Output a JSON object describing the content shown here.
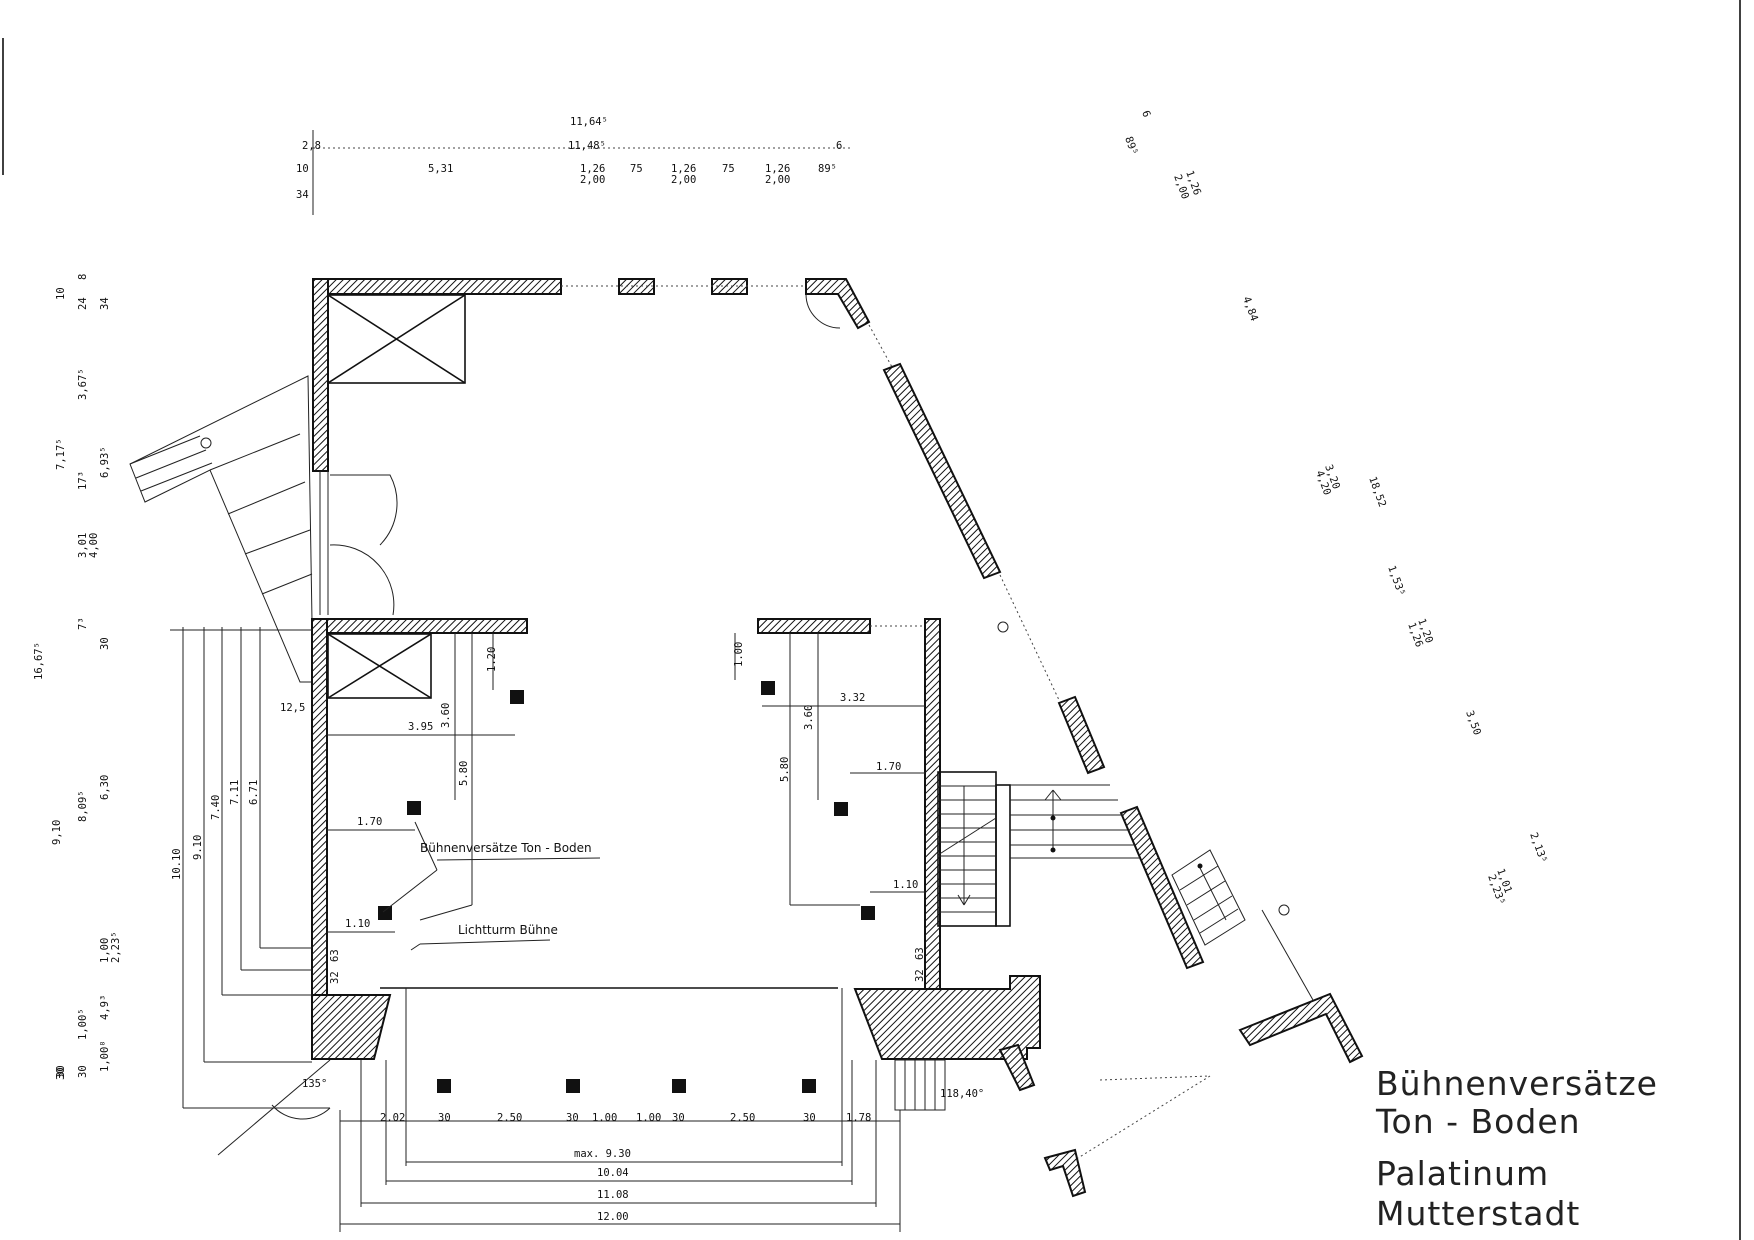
{
  "title": {
    "lines": [
      "Bühnenversätze",
      "Ton - Boden",
      "Palatinum",
      "Mutterstadt"
    ]
  },
  "labels": {
    "stage_platforms": "Bühnenversätze Ton - Boden",
    "light_tower": "Lichtturm Bühne",
    "angle_left": "135°",
    "angle_right": "118,40°"
  },
  "top_dims": [
    "11,64⁵",
    "11,48⁵",
    "2,8",
    "6",
    "10",
    "5,31",
    "34",
    "1,26",
    "2,00",
    "75",
    "1,26",
    "2,00",
    "75",
    "1,26",
    "2,00",
    "89⁵"
  ],
  "left_dims": [
    "10",
    "24",
    "8",
    "34",
    "3,67⁵",
    "7,17⁵",
    "6,93⁵",
    "17³",
    "3,01",
    "4,00",
    "7³",
    "30",
    "16,67⁵",
    "6,30",
    "8,09⁵",
    "9,10",
    "1,00",
    "2,23⁵",
    "30",
    "1,00⁵",
    "4,9³",
    "30",
    "1,00⁸",
    "30"
  ],
  "inner_left_dims": [
    "12,5",
    "1.20",
    "3.95",
    "3.60",
    "5.80",
    "1.70",
    "1.10",
    "32",
    "63"
  ],
  "vertical_dims": [
    "10.10",
    "9.10",
    "7.40",
    "7.11",
    "6.71"
  ],
  "inner_right_dims": [
    "1.00",
    "3.32",
    "3.60",
    "5.80",
    "1.70",
    "1.10",
    "32",
    "63"
  ],
  "bottom_dims": [
    "2.02",
    "30",
    "2.50",
    "30",
    "1.00",
    "1.00",
    "30",
    "2.50",
    "30",
    "1.78",
    "max. 9.30",
    "10.04",
    "11.08",
    "12.00"
  ],
  "right_dims": [
    "6",
    "89⁵",
    "1,26",
    "2,00",
    "4,84",
    "3,20",
    "4,20",
    "18,52",
    "1,53⁵",
    "1,20",
    "1,26",
    "3,50",
    "2,13⁵",
    "1,01",
    "2,23⁵"
  ]
}
